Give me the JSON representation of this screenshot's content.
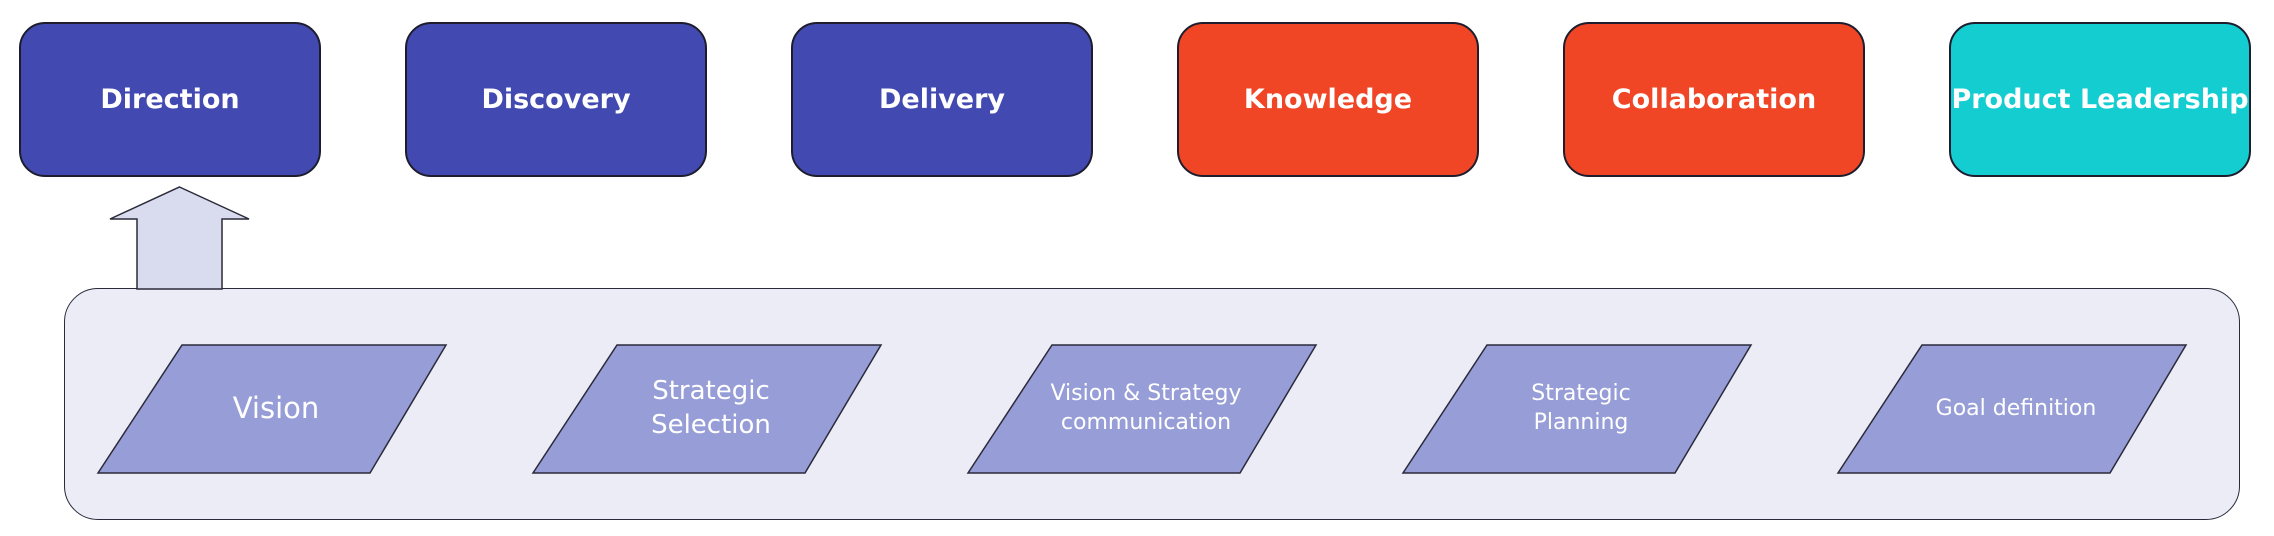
{
  "categories": [
    {
      "label": "Direction",
      "color": "#424ab2"
    },
    {
      "label": "Discovery",
      "color": "#424ab2"
    },
    {
      "label": "Delivery",
      "color": "#424ab2"
    },
    {
      "label": "Knowledge",
      "color": "#f04626"
    },
    {
      "label": "Collaboration",
      "color": "#f04626"
    },
    {
      "label": "Product Leadership",
      "color": "#14cdd1"
    }
  ],
  "direction_items": [
    {
      "label": "Vision"
    },
    {
      "label": "Strategic Selection"
    },
    {
      "label": "Vision & Strategy communication"
    },
    {
      "label": "Strategic Planning"
    },
    {
      "label": "Goal definition"
    }
  ],
  "colors": {
    "item_fill": "#979dd6",
    "panel_fill": "#ebecf6",
    "arrow_fill": "#d9dcef"
  }
}
